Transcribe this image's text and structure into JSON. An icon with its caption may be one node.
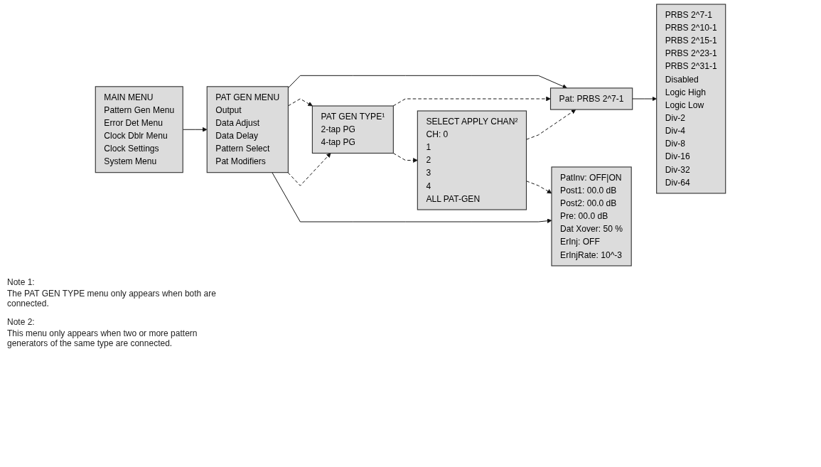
{
  "diagram": {
    "nodes": [
      {
        "text": [
          "MAIN MENU",
          "Pattern Gen Menu",
          "Error Det Menu",
          "Clock Dblr Menu",
          "Clock Settings",
          "System Menu"
        ]
      },
      {
        "text": [
          "PAT GEN MENU",
          "Output",
          "Data Adjust",
          "Data Delay",
          "Pattern Select",
          "Pat Modifiers"
        ]
      },
      {
        "text": [
          "Pat: PRBS 2^7-1"
        ]
      },
      {
        "text": [
          "PRBS 2^7-1",
          "PRBS 2^10-1",
          "PRBS 2^15-1",
          "PRBS 2^23-1",
          "PRBS 2^31-1",
          "Disabled",
          "Logic High",
          "Logic Low",
          "Div-2",
          "Div-4",
          "Div-8",
          "Div-16",
          "Div-32",
          "Div-64"
        ]
      },
      {
        "text": [
          "PAT GEN TYPE¹",
          "2-tap PG",
          "4-tap PG"
        ]
      },
      {
        "text": [
          "SELECT APPLY CHAN²",
          "CH: 0",
          "1",
          "2",
          "3",
          "4",
          "ALL PAT-GEN"
        ]
      },
      {
        "text": [
          "PatInv: OFF|ON",
          "Post1: 00.0 dB",
          "Post2: 00.0 dB",
          "Pre: 00.0 dB",
          "Dat Xover: 50 %",
          "ErInj: OFF",
          "ErInjRate: 10^-3"
        ]
      }
    ],
    "edges": [
      {
        "from": 0,
        "to": 1,
        "arrow": "to"
      },
      {
        "from": 1,
        "to": 2,
        "arrow": "to"
      },
      {
        "from": 1,
        "to": 4,
        "arrow": "to",
        "style": "dashed"
      },
      {
        "from": 1,
        "to": 4,
        "arrow": "to",
        "style": "dashed"
      },
      {
        "from": 1,
        "to": 6,
        "arrow": "to"
      },
      {
        "from": 4,
        "to": 2,
        "arrow": "to",
        "style": "dashed"
      },
      {
        "from": 4,
        "to": 5,
        "arrow": "to",
        "style": "dashed"
      },
      {
        "from": 5,
        "to": 2,
        "arrow": "to",
        "style": "dashed"
      },
      {
        "from": 5,
        "to": 6,
        "arrow": "to",
        "style": "dashed"
      },
      {
        "from": 2,
        "to": 3,
        "arrow": "to"
      }
    ],
    "labels": [
      "Note 1:",
      "The PAT GEN TYPE menu only appears when both are connected.",
      "Note 2:",
      "This menu only appears when two or more pattern generators of the same type are connected."
    ]
  }
}
